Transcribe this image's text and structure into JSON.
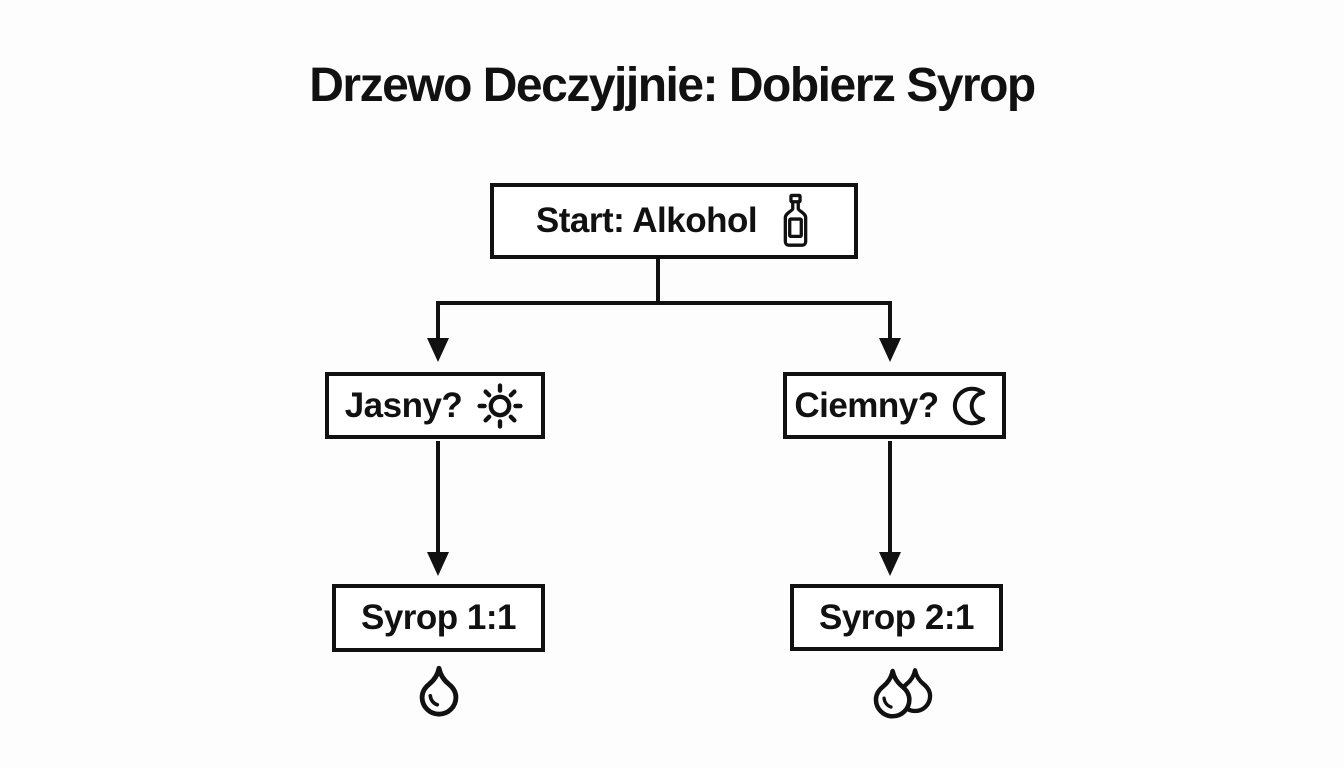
{
  "title": "Drzewo Deczyjjnie: Dobierz Syrop",
  "tree": {
    "root": {
      "label": "Start: Alkohol",
      "icon": "bottle-icon"
    },
    "branches": [
      {
        "label": "Jasny?",
        "icon": "sun-icon",
        "result": {
          "label": "Syrop 1:1",
          "icon": "droplet-icon",
          "drops_shown": 1
        }
      },
      {
        "label": "Ciemny?",
        "icon": "moon-icon",
        "result": {
          "label": "Syrop 2:1",
          "icon": "droplets-icon",
          "drops_shown": 2
        }
      }
    ]
  },
  "colors": {
    "background": "#fdfdfd",
    "box_fill": "#ffffff",
    "line": "#111111",
    "text": "#111111"
  }
}
